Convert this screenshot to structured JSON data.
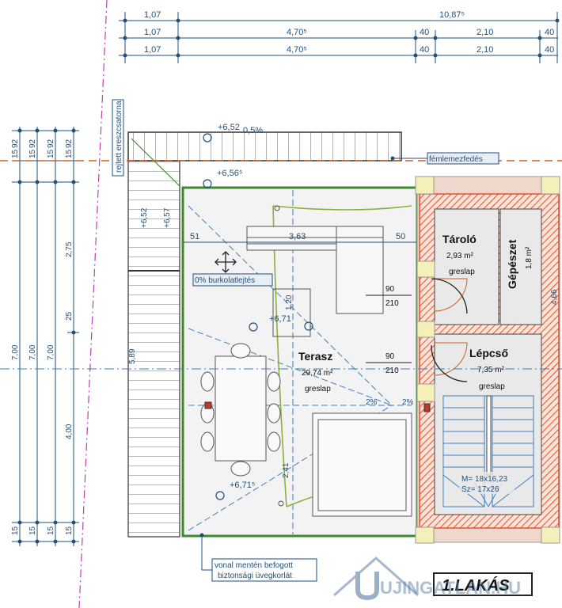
{
  "dims_top": {
    "row1": [
      "1,07",
      "10,87⁵"
    ],
    "row2": [
      "1,07",
      "4,70⁵",
      "40",
      "2,10",
      "40"
    ],
    "row3": [
      "1,07",
      "4,70⁵",
      "40",
      "2,10",
      "40"
    ]
  },
  "dims_left": [
    "15",
    "92",
    "2,75",
    "25",
    "7,00",
    "4,00",
    "15"
  ],
  "levels": [
    "+6,52",
    "+6,56⁵",
    "+6,52",
    "+6,57",
    "+6,71",
    "+6,71⁵"
  ],
  "slope_pct": "0,5%",
  "slope_2pct": "2%",
  "inner_dims": [
    "51",
    "3,63",
    "50",
    "2,41",
    "1,20"
  ],
  "door_labels": [
    [
      "90",
      "210"
    ],
    [
      "90",
      "210"
    ]
  ],
  "rooms": {
    "terrace": {
      "name": "Terasz",
      "area": "29,74 m²",
      "floor": "greslap"
    },
    "storage": {
      "name": "Tároló",
      "area": "2,93 m²",
      "floor": "greslap"
    },
    "mech": {
      "name": "Gépészet",
      "area": "1,8 m²"
    },
    "stairs": {
      "name": "Lépcső",
      "area": "7,35 m²",
      "floor": "greslap",
      "spec1": "M= 18x16,23",
      "spec2": "Sz= 17x26"
    }
  },
  "notes": {
    "hidden_gutter": "rejtett ereszcsatorna",
    "sheet_cover": "fémlemezfedés",
    "slope_finish": "0% burkolatlejtés",
    "glass_rail_1": "vonal mentén befogott",
    "glass_rail_2": "biztonsági üvegkorlát"
  },
  "right_dim": "4,66",
  "left_dim_rot": "5,89",
  "sheet_title": "1.LAKÁS",
  "watermark": "UJINGATLAN.HU",
  "colors": {
    "dim": "#1f4f7a",
    "wall_hatch": "#e8502e",
    "terrace_border": "#3f8a2e",
    "roof_line": "#d0601f"
  }
}
